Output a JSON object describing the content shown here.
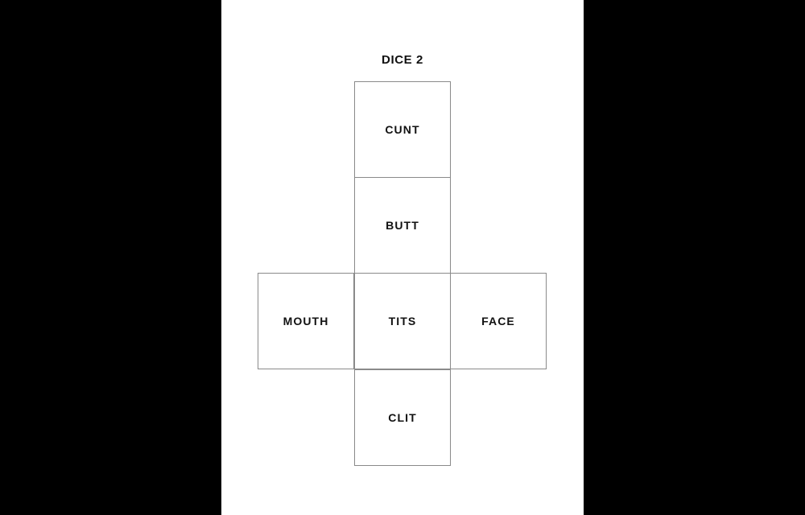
{
  "page": {
    "title": "DICE 2",
    "background_color": "#000000",
    "sheet_color": "#ffffff",
    "border_color": "#8a8a8a",
    "text_color": "#111111"
  },
  "dice_net": {
    "layout": "cross",
    "rows": 4,
    "columns": 3,
    "faces": [
      {
        "label": "CUNT",
        "row": 1,
        "column": 2,
        "position": "top"
      },
      {
        "label": "BUTT",
        "row": 2,
        "column": 2,
        "position": "upper-middle"
      },
      {
        "label": "MOUTH",
        "row": 3,
        "column": 1,
        "position": "left"
      },
      {
        "label": "TITS",
        "row": 3,
        "column": 2,
        "position": "center"
      },
      {
        "label": "FACE",
        "row": 3,
        "column": 3,
        "position": "right"
      },
      {
        "label": "CLIT",
        "row": 4,
        "column": 2,
        "position": "bottom"
      }
    ]
  }
}
